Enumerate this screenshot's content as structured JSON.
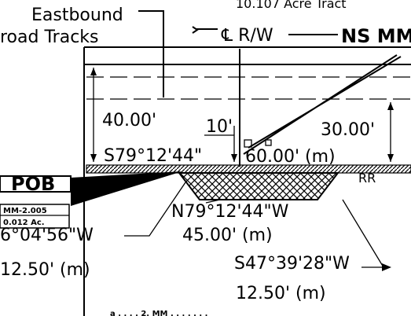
{
  "header": {
    "easement_text": "10.107 Acre Tract",
    "track_label_line1": "Eastbound",
    "track_label_line2": "road Tracks",
    "row_label": "℄ R/W",
    "ns_label": "NS MM"
  },
  "dimensions": {
    "left_offset": "40.00'",
    "right_offset": "30.00'",
    "small_offset": "10'",
    "top_bearing": "S79°12'44\"",
    "top_distance": "60.00' (m)",
    "rr_label": "RR",
    "bottom_bearing": "N79°12'44\"W",
    "bottom_distance": "45.00' (m)",
    "right_bearing": "S47°39'28\"W",
    "right_distance": "12.50' (m)",
    "left_bearing": "6°04'56\"W",
    "left_distance": "12.50' (m)"
  },
  "pob": {
    "label": "POB",
    "line1": "MM-2.005",
    "line2": "0.012 Ac."
  },
  "footer": {
    "partial_text": "a . . . . 2. MM . . . . . . ."
  }
}
